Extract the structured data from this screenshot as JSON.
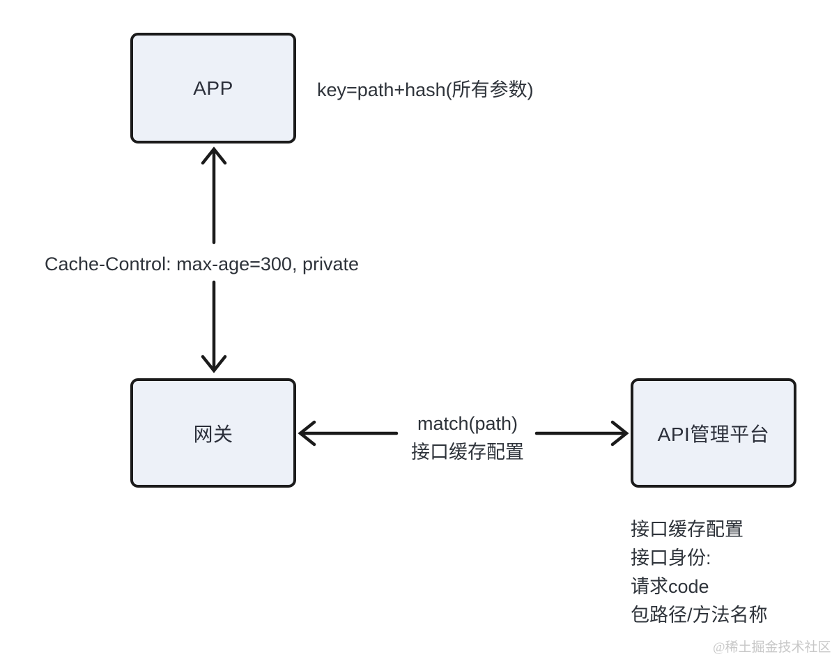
{
  "diagram": {
    "nodes": {
      "app": {
        "label": "APP"
      },
      "gateway": {
        "label": "网关"
      },
      "api_platform": {
        "label": "API管理平台"
      }
    },
    "annotations": {
      "key_formula": "key=path+hash(所有参数)",
      "cache_control": "Cache-Control: max-age=300, private",
      "match_line1": "match(path)",
      "match_line2": "接口缓存配置"
    },
    "notes": {
      "lines": [
        "接口缓存配置",
        "接口身份:",
        "请求code",
        "包路径/方法名称"
      ]
    },
    "watermark": "@稀土掘金技术社区",
    "colors": {
      "node_fill": "#edf1f8",
      "node_border": "#1b1b1b",
      "arrow": "#1b1b1b",
      "text": "#2e333a",
      "watermark": "#c8c8c8",
      "background": "#ffffff"
    }
  }
}
